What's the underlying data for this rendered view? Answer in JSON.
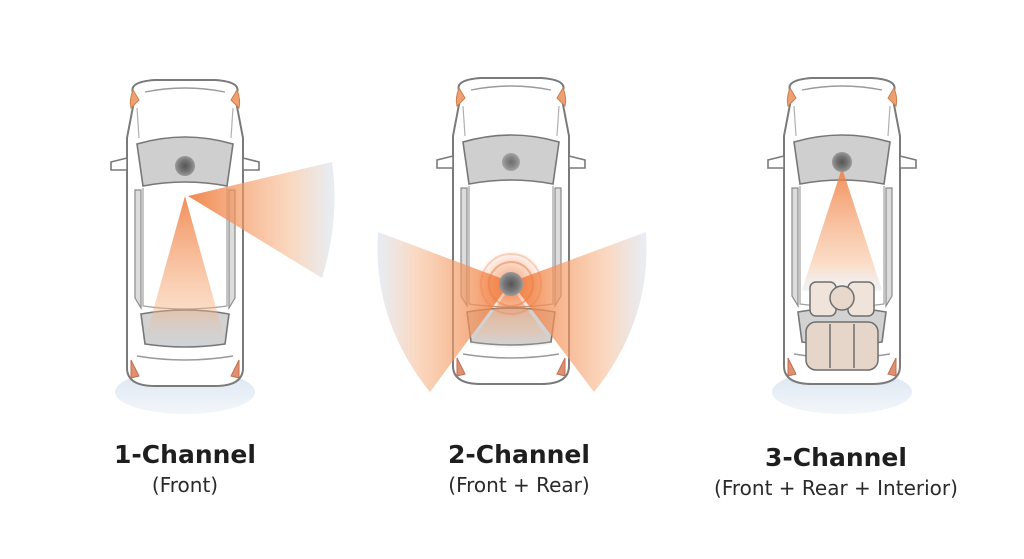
{
  "panels": [
    {
      "title": "1-Channel",
      "subtitle": "(Front)"
    },
    {
      "title": "2-Channel",
      "subtitle": "(Front + Rear)"
    },
    {
      "title": "3-Channel",
      "subtitle": "(Front + Rear + Interior)"
    }
  ],
  "colors": {
    "beam": "#f07a3c",
    "beam_edge": "#c9d8e8",
    "car_outline": "#7a7a7a",
    "glass": "#cfcfcf",
    "camera": "#6e6e6e",
    "ground": "#d7e2ef"
  }
}
